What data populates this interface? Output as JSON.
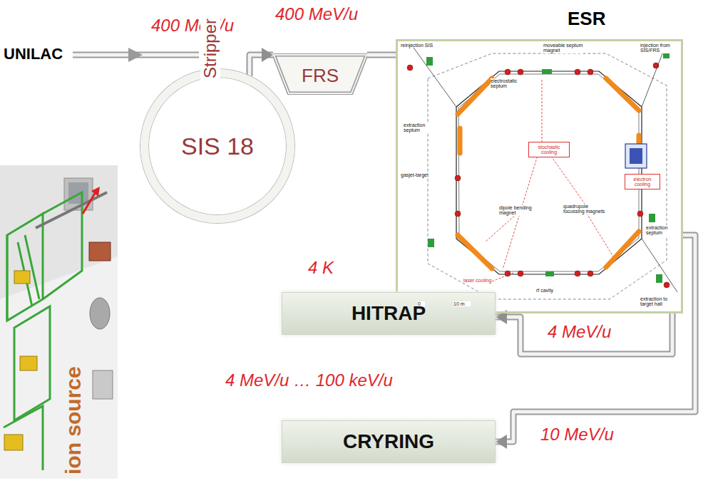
{
  "diagram": {
    "nodes": [
      {
        "text": [
          "SIS 18"
        ]
      },
      {
        "text": [
          "FRS"
        ]
      },
      {
        "text": [
          "ESR"
        ]
      },
      {
        "text": [
          "stochastic cooling"
        ],
        "in": 2
      },
      {
        "text": [
          "electron cooling"
        ],
        "in": 2
      },
      {
        "text": [
          "HITRAP"
        ]
      },
      {
        "text": [
          "CRYRING"
        ]
      }
    ],
    "edges": [
      {
        "from": 0,
        "to": 1,
        "arrow": "to"
      },
      {
        "from": 1,
        "to": 2,
        "arrow": "none"
      },
      {
        "from": 2,
        "to": 5,
        "arrow": "to"
      },
      {
        "from": 2,
        "to": 6,
        "arrow": "to"
      }
    ],
    "labels": [
      "UNILAC",
      "400 MeV/u",
      "Stripper",
      "400 MeV/u",
      "reinjection SIS",
      "injection from SIS/FRS",
      "moveable septum magnet",
      "electrostatic septum",
      "extraction septum",
      "gasjet-target",
      "dipole bending magnet",
      "quadrupole focussing magnets",
      "extraction septum",
      "laser cooling",
      "rf cavity",
      "extraction to target hall",
      "0",
      "10 m",
      "ion source",
      "4 K",
      "4 MeV/u",
      "4 MeV/u … 100 keV/u",
      "10 MeV/u"
    ]
  }
}
